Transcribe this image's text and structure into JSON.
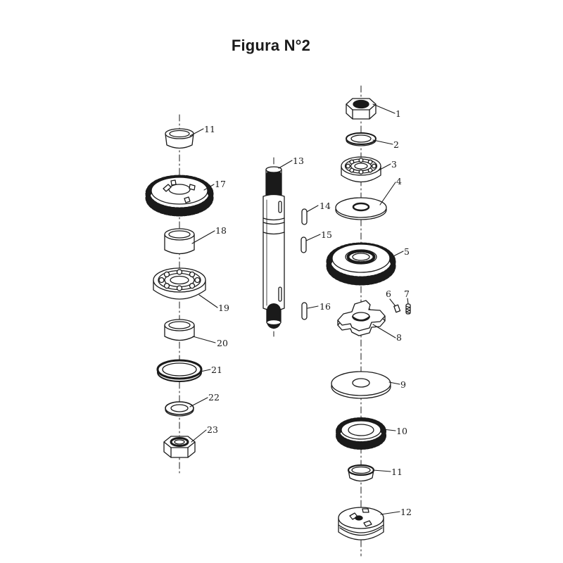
{
  "title": "Figura N°2",
  "left_column": {
    "labels": [
      "11",
      "17",
      "18",
      "19",
      "20",
      "21",
      "22",
      "23"
    ]
  },
  "shaft_group": {
    "labels": [
      "13",
      "14",
      "15",
      "16"
    ]
  },
  "right_column": {
    "labels": [
      "1",
      "2",
      "3",
      "4",
      "5",
      "6",
      "7",
      "8",
      "9",
      "10",
      "11",
      "12"
    ]
  },
  "colors": {
    "ink": "#1a1a1a",
    "background": "#ffffff"
  }
}
